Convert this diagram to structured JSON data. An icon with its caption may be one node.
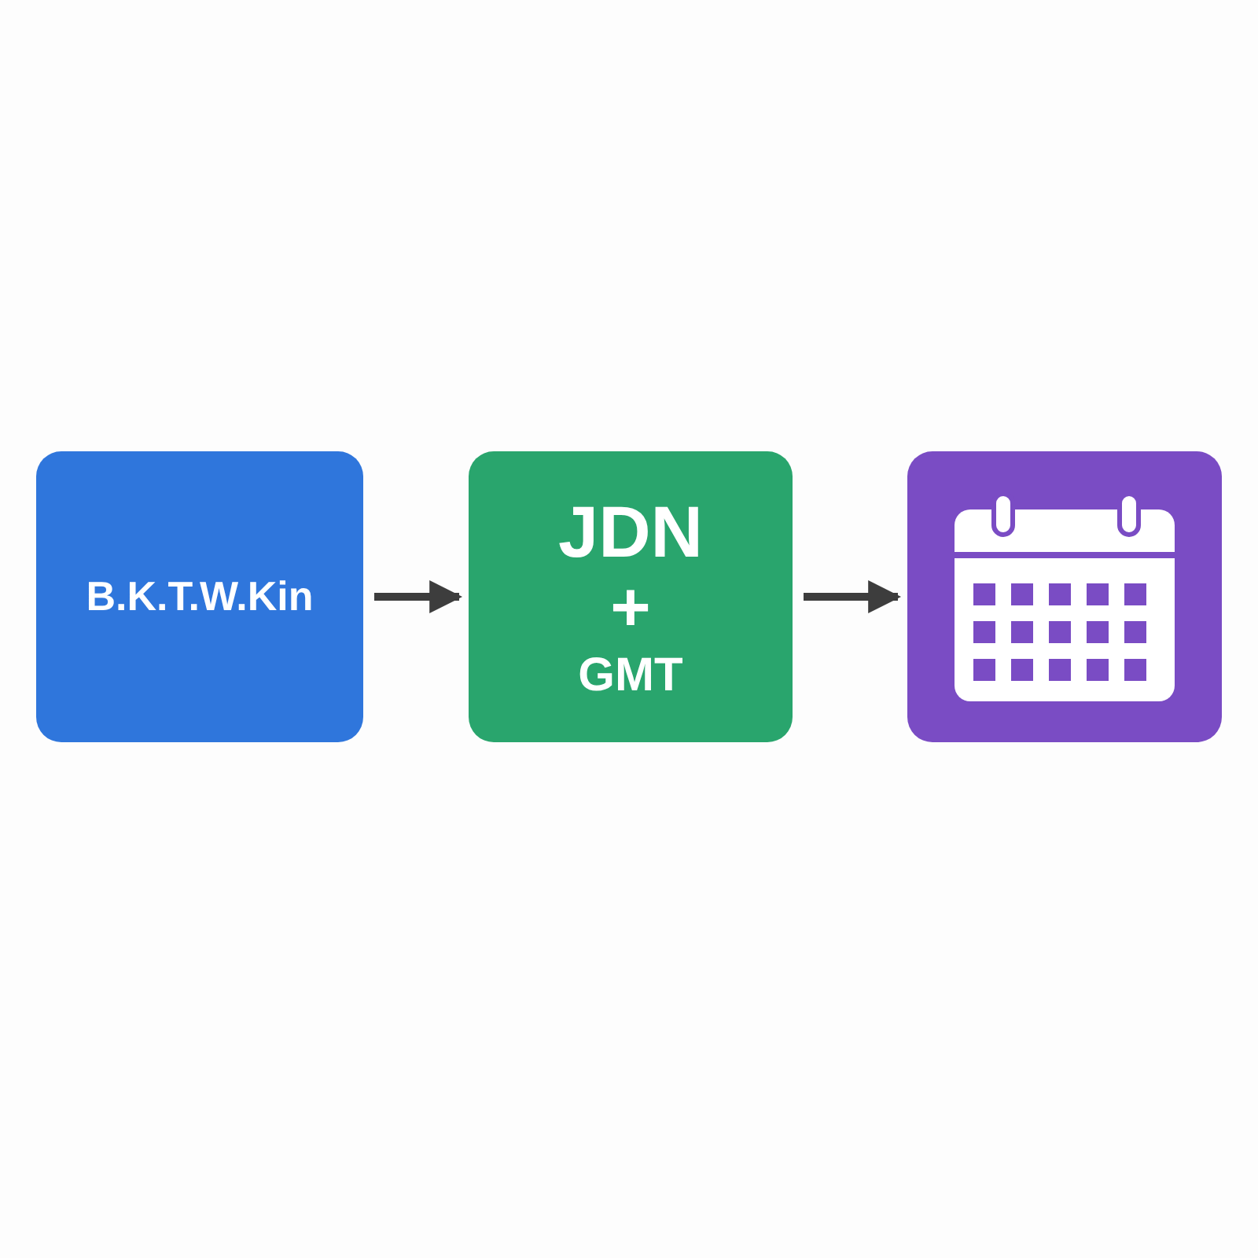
{
  "diagram": {
    "nodes": [
      {
        "text": [
          "B.K.T.W.Kin"
        ]
      },
      {
        "text": [
          "JDN",
          "+",
          "GMT"
        ]
      },
      {
        "text": [],
        "shape": "box"
      }
    ],
    "edges": [
      {
        "from": 0,
        "to": 1,
        "arrow": "to"
      },
      {
        "from": 1,
        "to": 2,
        "arrow": "to"
      }
    ]
  }
}
